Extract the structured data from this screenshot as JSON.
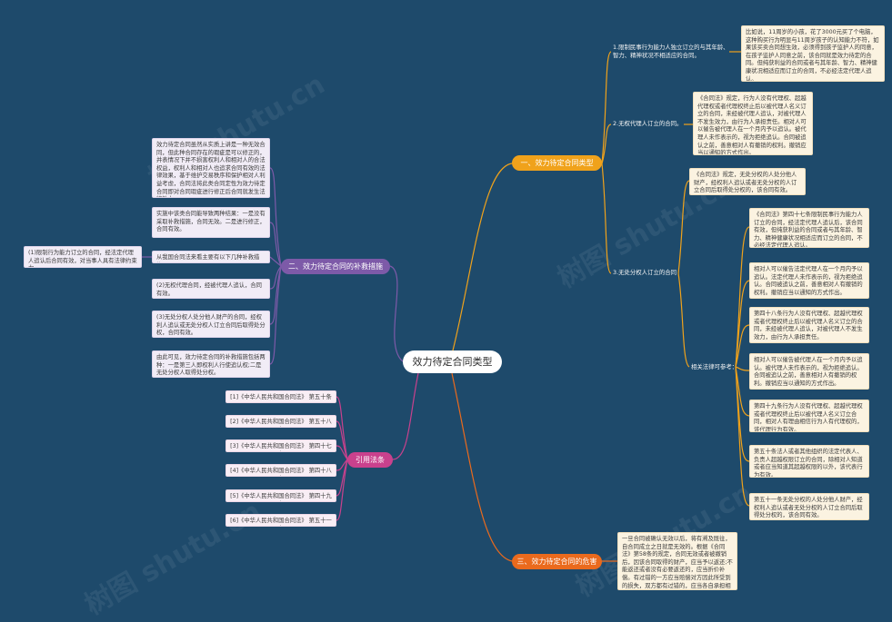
{
  "root": "效力待定合同类型",
  "watermark": "树图 shutu.cn",
  "colors": {
    "background": "#1e4a6b",
    "branch1": "#f0a21b",
    "branch2": "#7d5aa8",
    "branch3": "#c9418d",
    "branch4": "#ea6a1d"
  },
  "branch1": {
    "label": "一、效力待定合同类型",
    "item1": {
      "label": "1.限制民事行为能力人独立订立的与其年龄、智力、精神状况不相适应的合同。",
      "note": "比如说，11周岁的小孩，花了3000元买了个电脑，这种购买行为明显与11周岁孩子的认知能力不符，如果该买卖合同想生效，必须得到孩子监护人的同意，在孩子监护人同意之前，该合同就是效力待定的合同。但纯获利益的合同或者与其年龄、智力、精神健康状况相适应而订立的合同，不必经法定代理人追认。"
    },
    "item2": {
      "label": "2.无权代理人订立的合同。",
      "note": "《合同法》规定，行为人没有代理权、超越代理权或者代理权终止后以被代理人名义订立的合同，未经被代理人追认，对被代理人不发生效力，由行为人承担责任。相对人可以催告被代理人在一个月内予以追认。被代理人未作表示的，视为拒绝追认。合同被追认之前，善意相对人有撤销的权利。撤销应当以通知的方式作出。"
    },
    "item3": {
      "label": "3.无处分权人订立的合同",
      "note": "《合同法》规定，无处分权的人处分他人财产，经权利人追认或者无处分权的人订立合同后取得处分权的，该合同有效。",
      "laws_label": "相关法律可参考：",
      "laws": [
        "《合同法》第四十七条限制民事行为能力人订立的合同，经法定代理人追认后，该合同有效，但纯获利益的合同或者与其年龄、智力、精神健康状况相适应而订立的合同，不必经法定代理人追认。",
        "相对人可以催告法定代理人在一个月内予以追认。法定代理人未作表示的，视为拒绝追认。合同被追认之前，善意相对人有撤销的权利。撤销应当以通知的方式作出。",
        "第四十八条行为人没有代理权、超越代理权或者代理权终止后以被代理人名义订立的合同，未经被代理人追认，对被代理人不发生效力，由行为人承担责任。",
        "相对人可以催告被代理人在一个月内予以追认。被代理人未作表示的，视为拒绝追认。合同被追认之前，善意相对人有撤销的权利。撤销应当以通知的方式作出。",
        "第四十九条行为人没有代理权、超越代理权或者代理权终止后以被代理人名义订立合同，相对人有理由相信行为人有代理权的，该代理行为有效。",
        "第五十条法人或者其他组织的法定代表人、负责人超越权限订立的合同，除相对人知道或者应当知道其超越权限的以外，该代表行为有效。",
        "第五十一条无处分权的人处分他人财产，经权利人追认或者无处分权的人订立合同后取得处分权的，该合同有效。"
      ]
    }
  },
  "branch2": {
    "label": "二、效力待定合同的补救措施",
    "notes": [
      "效力待定合同虽然从实质上讲是一种无效合同，但此种合同存在的瑕疵是可以修正的，并表情况下并不损害权利人和相对人的合法权益，权利人和相对人也追求合同有效的法律效果，基于维护交易秩序和保护相对人利益考虑，合同法将此类合同定性为效力待定合同即对合同瑕疵进行修正后合同就发生法律效力。",
      "实施中该类合同能导致两种结果：一是没有采取补救措施，合同无效。二是进行修正，合同有效。",
      "从我国合同法来看主要有以下几种补救措施：",
      "(2)无权代理合同，经被代理人追认，合同有效。",
      "(3)无处分权人处分他人财产的合同，经权利人追认或无处分权人订立合同后取得处分权，合同有效。",
      "由此可见，效力待定合同的补救措施包括两种：一是第三人即权利人行使追认权;二是无处分权人取得处分权。"
    ],
    "side_note": "(1)限制行为能力订立的合同，经法定代理人追认后合同有效，对当事人具有法律约束力。"
  },
  "branch3": {
    "label": "引用法条",
    "refs": [
      "[1]《中华人民共和国合同法》 第五十条",
      "[2]《中华人民共和国合同法》 第五十八条",
      "[3]《中华人民共和国合同法》 第四十七条",
      "[4]《中华人民共和国合同法》 第四十八条",
      "[5]《中华人民共和国合同法》 第四十九条",
      "[6]《中华人民共和国合同法》 第五十一条"
    ]
  },
  "branch4": {
    "label": "三、效力待定合同的危害",
    "note": "一旦合同被确认无效以后，将有溯及既往，自合同成立之日就是无效的。根据《合同法》第58条的规定，合同无效或者被撤销后，因该合同取得的财产，应当予以返还;不能返还或者没有必要返还的，应当折价补偿。有过错的一方应当赔偿对方因此所受到的损失，双方都有过错的，应当各自承担相应的责任。"
  }
}
